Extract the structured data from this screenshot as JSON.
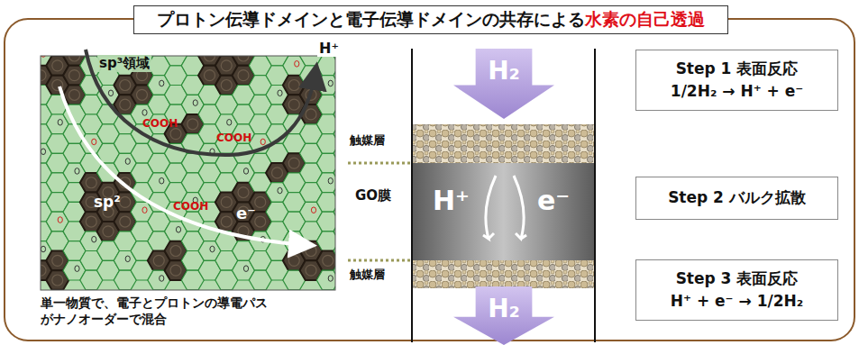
{
  "diagram": {
    "nodes": [
      {
        "text": [
          "プロトン伝導ドメインと電子伝導ドメインの共存による",
          "水素の自己透過"
        ]
      },
      {
        "text": [
          "H₂"
        ]
      },
      {
        "text": [
          "H⁺",
          "e⁻"
        ]
      },
      {
        "text": [
          "H₂"
        ]
      },
      {
        "text": [
          "Step 1 表面反応",
          "1/2H₂ → H⁺ + e⁻"
        ]
      },
      {
        "text": [
          "Step 2 バルク拡散"
        ]
      },
      {
        "text": [
          "Step 3 表面反応",
          "H⁺ + e⁻ → 1/2H₂"
        ]
      }
    ],
    "labels": [
      "sp³領域",
      "H⁺",
      "sp²",
      "e⁻",
      "COOH",
      "COOH",
      "COOH",
      "単一物質で、電子とプロトンの導電パス がナノオーダーで混合",
      "触媒層",
      "GO膜",
      "触媒層"
    ]
  }
}
